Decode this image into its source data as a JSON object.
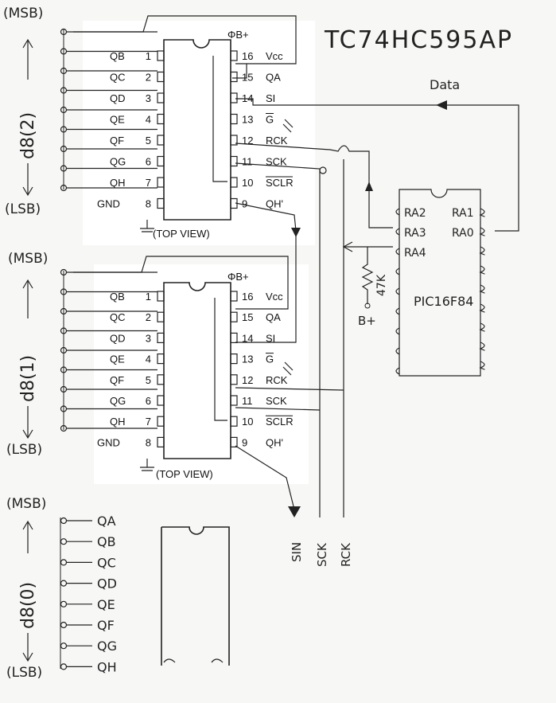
{
  "title": "TC74HC595AP",
  "chip1": {
    "left_pins": [
      {
        "name": "QB",
        "num": "1"
      },
      {
        "name": "QC",
        "num": "2"
      },
      {
        "name": "QD",
        "num": "3"
      },
      {
        "name": "QE",
        "num": "4"
      },
      {
        "name": "QF",
        "num": "5"
      },
      {
        "name": "QG",
        "num": "6"
      },
      {
        "name": "QH",
        "num": "7"
      },
      {
        "name": "GND",
        "num": "8"
      }
    ],
    "right_pins": [
      {
        "name": "Vcc",
        "num": "16"
      },
      {
        "name": "QA",
        "num": "15"
      },
      {
        "name": "SI",
        "num": "14"
      },
      {
        "name": "G",
        "num": "13"
      },
      {
        "name": "RCK",
        "num": "12"
      },
      {
        "name": "SCK",
        "num": "11"
      },
      {
        "name": "SCLR",
        "num": "10"
      },
      {
        "name": "QH'",
        "num": "9"
      }
    ],
    "top_label": "ΦB+",
    "view_label": "(TOP   VIEW)"
  },
  "chip2": {
    "left_pins": [
      {
        "name": "QB",
        "num": "1"
      },
      {
        "name": "QC",
        "num": "2"
      },
      {
        "name": "QD",
        "num": "3"
      },
      {
        "name": "QE",
        "num": "4"
      },
      {
        "name": "QF",
        "num": "5"
      },
      {
        "name": "QG",
        "num": "6"
      },
      {
        "name": "QH",
        "num": "7"
      },
      {
        "name": "GND",
        "num": "8"
      }
    ],
    "right_pins": [
      {
        "name": "Vcc",
        "num": "16"
      },
      {
        "name": "QA",
        "num": "15"
      },
      {
        "name": "SI",
        "num": "14"
      },
      {
        "name": "G",
        "num": "13"
      },
      {
        "name": "RCK",
        "num": "12"
      },
      {
        "name": "SCK",
        "num": "11"
      },
      {
        "name": "SCLR",
        "num": "10"
      },
      {
        "name": "QH'",
        "num": "9"
      }
    ],
    "top_label": "ΦB+",
    "view_label": "(TOP   VIEW)"
  },
  "group_labels": {
    "g2": {
      "msb": "(MSB)",
      "name": "d8(2)",
      "lsb": "(LSB)"
    },
    "g1": {
      "msb": "(MSB)",
      "name": "d8(1)",
      "lsb": "(LSB)"
    },
    "g0": {
      "msb": "(MSB)",
      "name": "d8(0)",
      "lsb": "(LSB)"
    }
  },
  "g0_outputs": [
    "QA",
    "QB",
    "QC",
    "QD",
    "QE",
    "QF",
    "QG",
    "QH"
  ],
  "pic": {
    "name": "PIC16F84",
    "left_pins": [
      "RA2",
      "RA3",
      "RA4"
    ],
    "right_pins": [
      "RA1",
      "RA0"
    ],
    "resistor": "47K",
    "bplus": "B+"
  },
  "signals": {
    "data": "Data",
    "sin": "SIN",
    "sck": "SCK",
    "rck": "RCK"
  }
}
